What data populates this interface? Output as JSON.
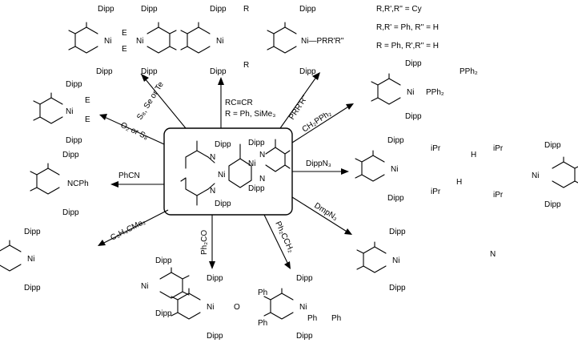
{
  "conditions_box": "R,R',R'' = Cy\nR,R' = Ph, R'' = H\nR = Ph, R',R'' = H",
  "center": {
    "n_labels": [
      "N",
      "N",
      "N",
      "N"
    ],
    "ni_labels": [
      "Ni",
      "Ni"
    ],
    "dipp_labels": [
      "Dipp",
      "Dipp",
      "Dipp",
      "Dipp"
    ]
  },
  "arrows": [
    {
      "id": "se-te",
      "label": "S₈, Se or Te"
    },
    {
      "id": "alkyne",
      "label": "RC≡CR",
      "label2": "R = Ph, SiMe₃"
    },
    {
      "id": "phosphine",
      "label": "PRR'R''"
    },
    {
      "id": "ch2pph2",
      "label": "CH₂PPh₂"
    },
    {
      "id": "o2-s8",
      "label": "O₂ or S₈"
    },
    {
      "id": "phcn",
      "label": "PhCN"
    },
    {
      "id": "dippn3",
      "label": "DippN₃"
    },
    {
      "id": "c5h4",
      "label": "C₅H₄CMe₂"
    },
    {
      "id": "dmpn3",
      "label": "DmpN₃"
    },
    {
      "id": "ph2co",
      "label": "Ph₂CO"
    },
    {
      "id": "ph2cch2",
      "label": "Ph₂CCH₂"
    }
  ],
  "products": {
    "top_left": {
      "dipp": [
        "Dipp",
        "Dipp",
        "Dipp",
        "Dipp"
      ],
      "ni": [
        "Ni",
        "Ni"
      ],
      "e": [
        "E",
        "E"
      ]
    },
    "top_mid": {
      "dipp": [
        "Dipp",
        "Dipp"
      ],
      "ni": "Ni",
      "r": [
        "R",
        "R"
      ]
    },
    "top_right": {
      "dipp": [
        "Dipp",
        "Dipp"
      ],
      "ni": "Ni—PRR'R''"
    },
    "right1": {
      "dipp": [
        "Dipp",
        "Dipp"
      ],
      "ni": "Ni",
      "p1": "PPh₂",
      "p2": "PPh₂"
    },
    "left1": {
      "dipp": [
        "Dipp",
        "Dipp"
      ],
      "ni": "Ni",
      "e": [
        "E",
        "E"
      ]
    },
    "left2": {
      "dipp": [
        "Dipp",
        "Dipp"
      ],
      "ni": "NCPh"
    },
    "right2": {
      "dipp": [
        "Dipp",
        "Dipp",
        "Dipp",
        "Dipp"
      ],
      "ni": [
        "Ni",
        "Ni"
      ],
      "ipr": [
        "iPr",
        "iPr",
        "iPr",
        "iPr"
      ],
      "h": [
        "H",
        "H"
      ]
    },
    "left3": {
      "dipp": [
        "Dipp",
        "Dipp",
        "Dipp",
        "Dipp"
      ],
      "ni": [
        "Ni",
        "Ni"
      ]
    },
    "bottom_mid": {
      "dipp": [
        "Dipp",
        "Dipp"
      ],
      "ni": "Ni",
      "o": "O",
      "ph": [
        "Ph",
        "Ph"
      ]
    },
    "bottom_mid2": {
      "dipp": [
        "Dipp",
        "Dipp"
      ],
      "ni": "Ni",
      "ph": [
        "Ph",
        "Ph"
      ]
    },
    "right3": {
      "dipp": [
        "Dipp",
        "Dipp"
      ],
      "ni": "Ni",
      "n": "N"
    }
  }
}
